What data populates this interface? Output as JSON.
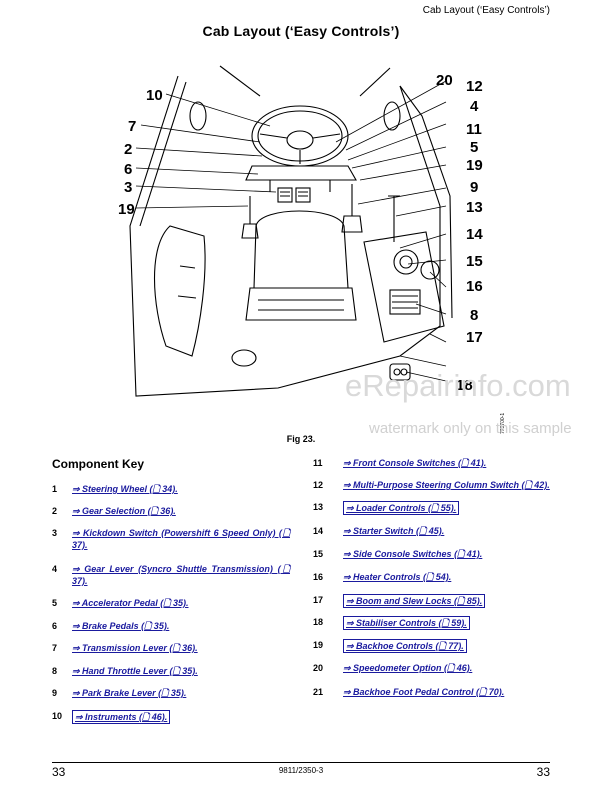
{
  "running_head": "Cab Layout (‘Easy Controls’)",
  "title": "Cab Layout (‘Easy Controls’)",
  "figure": {
    "callouts": [
      "10",
      "7",
      "2",
      "6",
      "3",
      "19",
      "20",
      "12",
      "4",
      "11",
      "5",
      "19",
      "9",
      "13",
      "14",
      "15",
      "16",
      "8",
      "17",
      "18"
    ],
    "code": "773700-1"
  },
  "watermark": {
    "big": "eRepairinfo.com",
    "small": "watermark only on this sample"
  },
  "fig_caption": "Fig 23.",
  "key_heading": "Component Key",
  "arrow": "⇒",
  "page_icon": "🗋",
  "left_items": [
    {
      "num": "1",
      "text": "⇒ Steering Wheel (🗋 34)."
    },
    {
      "num": "2",
      "text": "⇒ Gear Selection (🗋 36)."
    },
    {
      "num": "3",
      "text": "⇒ Kickdown Switch (Powershift 6 Speed Only) (🗋 37)."
    },
    {
      "num": "4",
      "text": "⇒ Gear Lever (Syncro Shuttle Transmission) (🗋 37)."
    },
    {
      "num": "5",
      "text": "⇒ Accelerator Pedal (🗋 35)."
    },
    {
      "num": "6",
      "text": "⇒ Brake Pedals (🗋 35)."
    },
    {
      "num": "7",
      "text": "⇒ Transmission Lever (🗋 36)."
    },
    {
      "num": "8",
      "text": "⇒ Hand Throttle Lever (🗋 35)."
    },
    {
      "num": "9",
      "text": "⇒ Park Brake Lever (🗋 35)."
    },
    {
      "num": "10",
      "text": "⇒ Instruments (🗋 46)."
    }
  ],
  "right_items": [
    {
      "num": "11",
      "text": "⇒ Front Console Switches (🗋 41)."
    },
    {
      "num": "12",
      "text": "⇒ Multi-Purpose Steering Column Switch (🗋 42)."
    },
    {
      "num": "13",
      "text": "⇒ Loader Controls (🗋 55)."
    },
    {
      "num": "14",
      "text": "⇒ Starter Switch (🗋 45)."
    },
    {
      "num": "15",
      "text": "⇒ Side Console Switches (🗋 41)."
    },
    {
      "num": "16",
      "text": "⇒ Heater Controls (🗋 54)."
    },
    {
      "num": "17",
      "text": "⇒ Boom and Slew Locks (🗋 85)."
    },
    {
      "num": "18",
      "text": "⇒ Stabiliser Controls (🗋 59)."
    },
    {
      "num": "19",
      "text": "⇒ Backhoe Controls (🗋 77)."
    },
    {
      "num": "20",
      "text": "⇒ Speedometer Option (🗋 46)."
    },
    {
      "num": "21",
      "text": "⇒ Backhoe Foot Pedal Control (🗋 70)."
    }
  ],
  "footer": {
    "left_page": "33",
    "doc_code": "9811/2350-3",
    "right_page": "33"
  }
}
